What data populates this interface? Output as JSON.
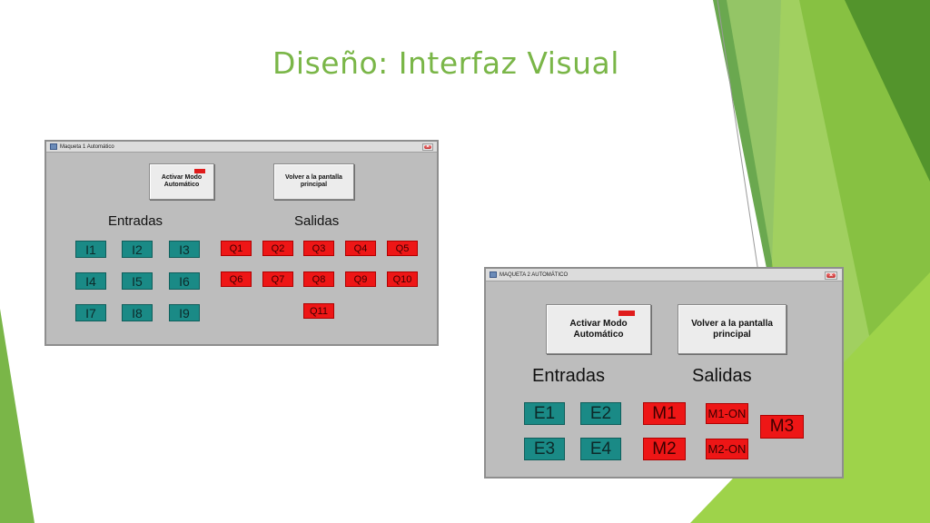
{
  "slide": {
    "title": "Diseño: Interfaz Visual",
    "accent_color": "#7ab648"
  },
  "colors": {
    "input_tile": "#1a8a86",
    "output_tile": "#ee1616",
    "window_bg": "#bdbdbd",
    "indicator": "#e01c1c"
  },
  "window1": {
    "title": "Maqueta 1 Automático",
    "close_icon": "close-icon",
    "activate_button": "Activar Modo\nAutomático",
    "back_button": "Volver a la pantalla\nprincipal",
    "entradas_label": "Entradas",
    "salidas_label": "Salidas",
    "inputs": [
      "I1",
      "I2",
      "I3",
      "I4",
      "I5",
      "I6",
      "I7",
      "I8",
      "I9"
    ],
    "outputs": [
      "Q1",
      "Q2",
      "Q3",
      "Q4",
      "Q5",
      "Q6",
      "Q7",
      "Q8",
      "Q9",
      "Q10",
      "Q11"
    ]
  },
  "window2": {
    "title": "MAQUETA 2 AUTOMÁTICO",
    "close_icon": "close-icon",
    "activate_button": "Activar Modo\nAutomático",
    "back_button": "Volver a la pantalla\nprincipal",
    "entradas_label": "Entradas",
    "salidas_label": "Salidas",
    "inputs": [
      "E1",
      "E2",
      "E3",
      "E4"
    ],
    "outputs": [
      "M1",
      "M1-ON",
      "M3",
      "M2",
      "M2-ON"
    ]
  }
}
